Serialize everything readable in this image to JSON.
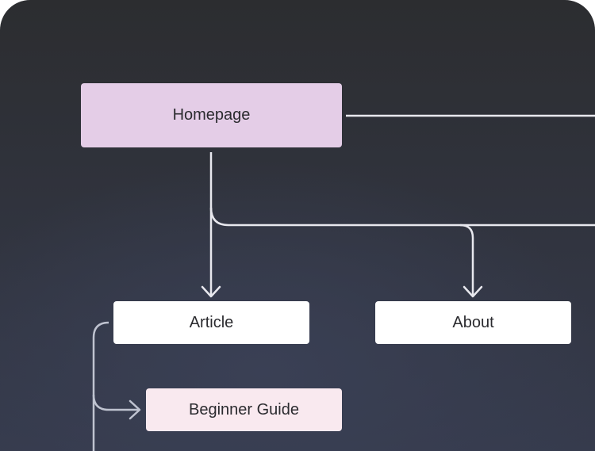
{
  "diagram": {
    "nodes": [
      {
        "id": "homepage",
        "label": "Homepage",
        "fill": "#e4cde7"
      },
      {
        "id": "article",
        "label": "Article",
        "fill": "#ffffff"
      },
      {
        "id": "about",
        "label": "About",
        "fill": "#ffffff"
      },
      {
        "id": "guide",
        "label": "Beginner Guide",
        "fill": "#f9e9ef"
      }
    ],
    "edges": [
      {
        "from": "homepage",
        "to": "article"
      },
      {
        "from": "homepage",
        "to": "about"
      },
      {
        "from": "article",
        "to": "guide"
      }
    ],
    "colors": {
      "connector": "#e8e8ee"
    }
  }
}
